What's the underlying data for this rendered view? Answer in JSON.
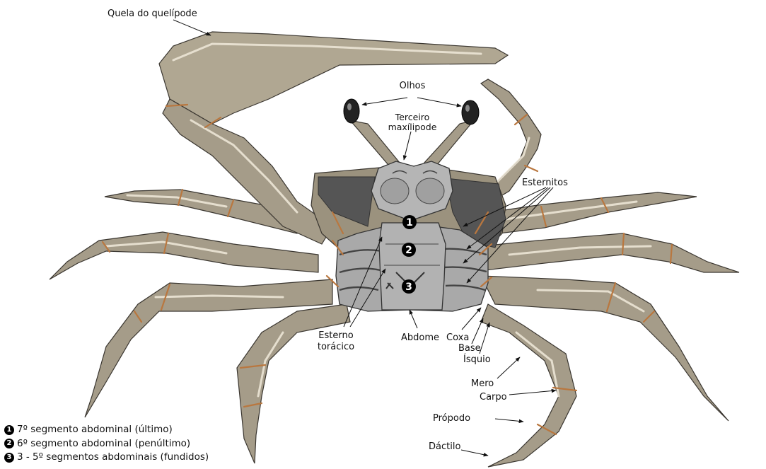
{
  "labels": {
    "quela": "Quela do quelípode",
    "olhos": "Olhos",
    "terceiro_1": "Terceiro",
    "terceiro_2": "maxílipode",
    "esternitos": "Esternitos",
    "esterno_1": "Esterno",
    "esterno_2": "torácico",
    "abdome": "Abdome",
    "coxa": "Coxa",
    "base": "Base",
    "isquio": "Ísquio",
    "mero": "Mero",
    "carpo": "Carpo",
    "propodo": "Própodo",
    "dactilo": "Dáctilo"
  },
  "markers": [
    "1",
    "2",
    "3"
  ],
  "legend": [
    {
      "marker": "1",
      "text": "7º segmento abdominal (último)"
    },
    {
      "marker": "2",
      "text": "6º segmento abdominal (penúltimo)"
    },
    {
      "marker": "3",
      "text": "3 - 5º segmentos abdominais (fundidos)"
    }
  ],
  "colors": {
    "shell": "#a59c89",
    "shell_light": "#cfc7b5",
    "shell_dark": "#8a8070",
    "joint": "#b9773f",
    "underside": "#a9a9a9",
    "underside_dark": "#5b5b5b",
    "eye": "#222222",
    "outline": "#333333"
  }
}
